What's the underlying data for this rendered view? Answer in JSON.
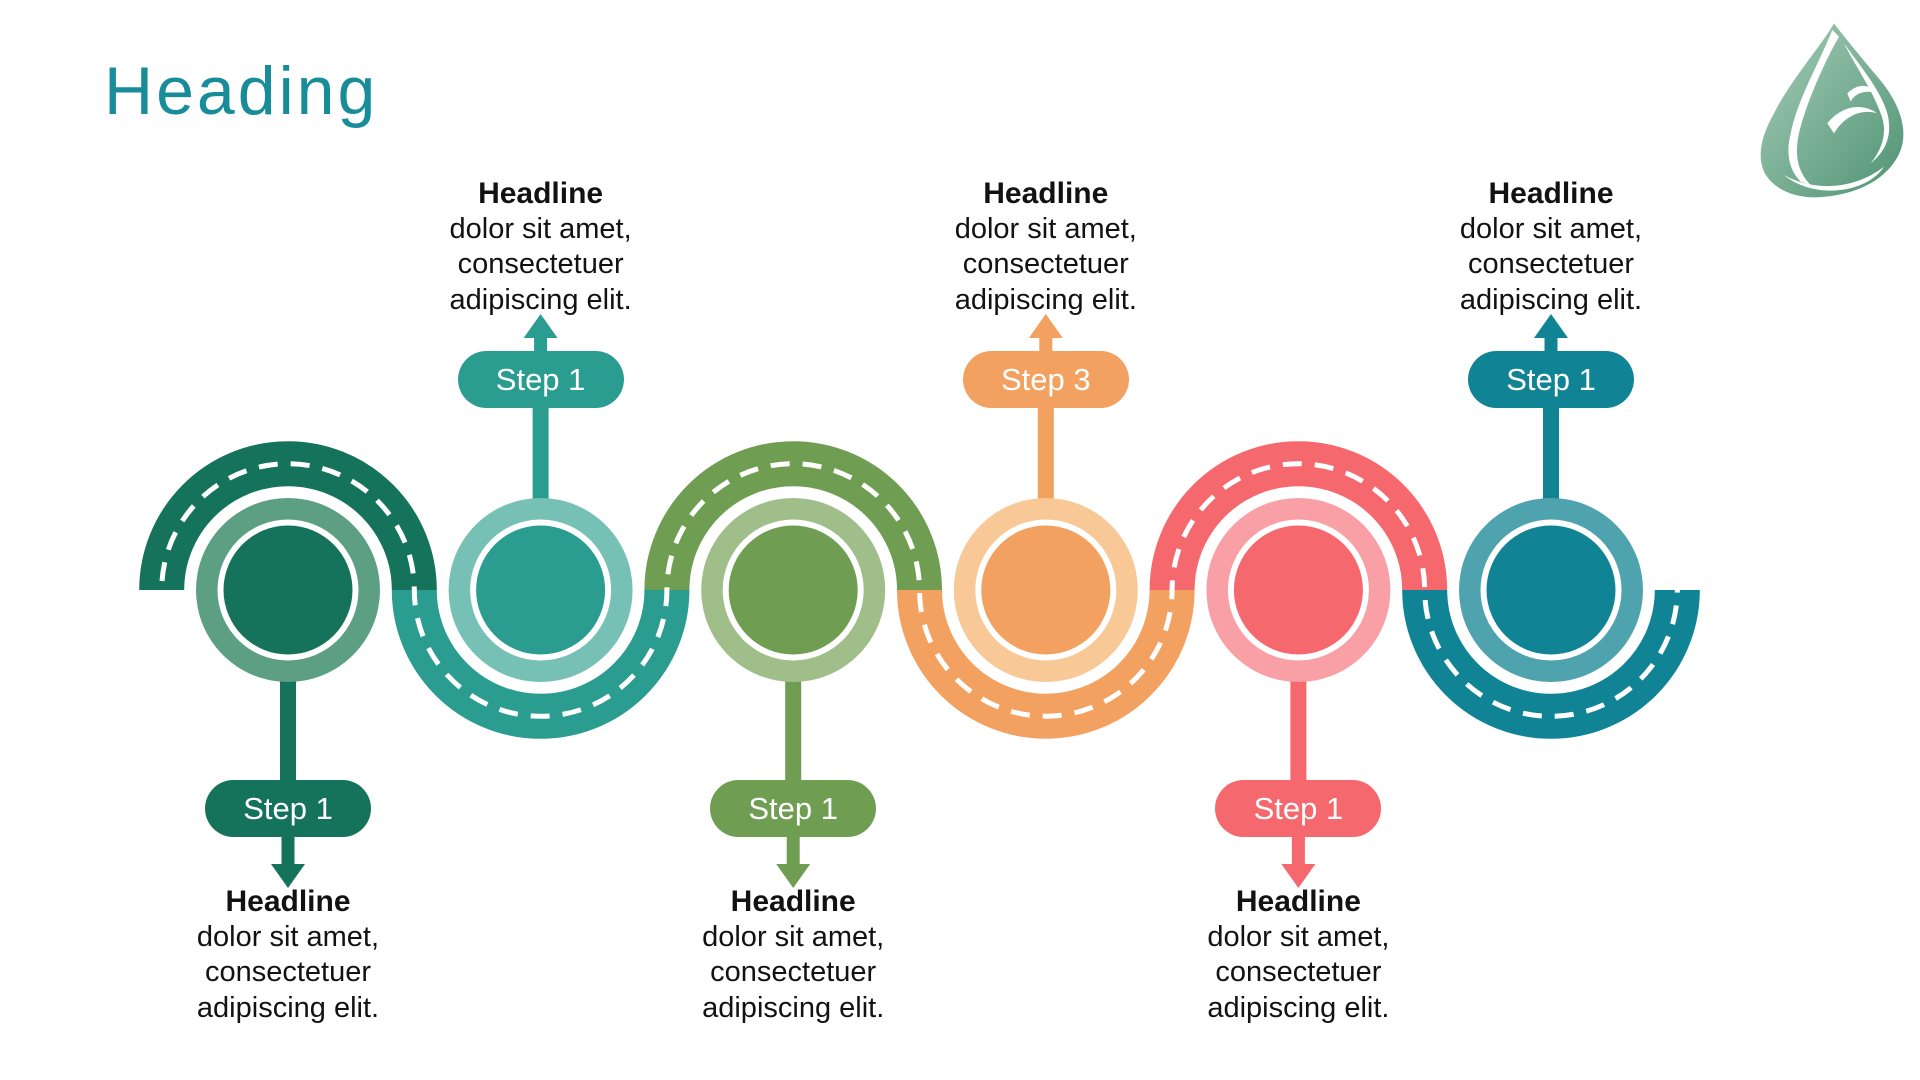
{
  "slide": {
    "heading": "Heading"
  },
  "logo": {
    "name": "leaf-drop-logo",
    "gradient_from": "#A6CDB8",
    "gradient_to": "#4F9373"
  },
  "road": {
    "dash_color": "#FFFFFF"
  },
  "text_color": "#121212",
  "heading_color": "#188D99",
  "steps": [
    {
      "label": "Step 1",
      "position": "bottom",
      "color": "#14735A",
      "tint": "#5C9F82",
      "headline": "Headline",
      "lines": [
        "dolor sit amet,",
        "consectetuer",
        "adipiscing elit."
      ]
    },
    {
      "label": "Step 1",
      "position": "top",
      "color": "#2B9D90",
      "tint": "#77C0B5",
      "headline": "Headline",
      "lines": [
        "dolor sit amet,",
        "consectetuer",
        "adipiscing elit."
      ]
    },
    {
      "label": "Step 1",
      "position": "bottom",
      "color": "#6F9E53",
      "tint": "#9FBE8A",
      "headline": "Headline",
      "lines": [
        "dolor sit amet,",
        "consectetuer",
        "adipiscing elit."
      ]
    },
    {
      "label": "Step 3",
      "position": "top",
      "color": "#F2A160",
      "tint": "#F8C996",
      "headline": "Headline",
      "lines": [
        "dolor sit amet,",
        "consectetuer",
        "adipiscing elit."
      ]
    },
    {
      "label": "Step 1",
      "position": "bottom",
      "color": "#F5686E",
      "tint": "#F9A0A6",
      "headline": "Headline",
      "lines": [
        "dolor sit amet,",
        "consectetuer",
        "adipiscing elit."
      ]
    },
    {
      "label": "Step 1",
      "position": "top",
      "color": "#108494",
      "tint": "#4FA3AE",
      "headline": "Headline",
      "lines": [
        "dolor sit amet,",
        "consectetuer",
        "adipiscing elit."
      ]
    }
  ]
}
